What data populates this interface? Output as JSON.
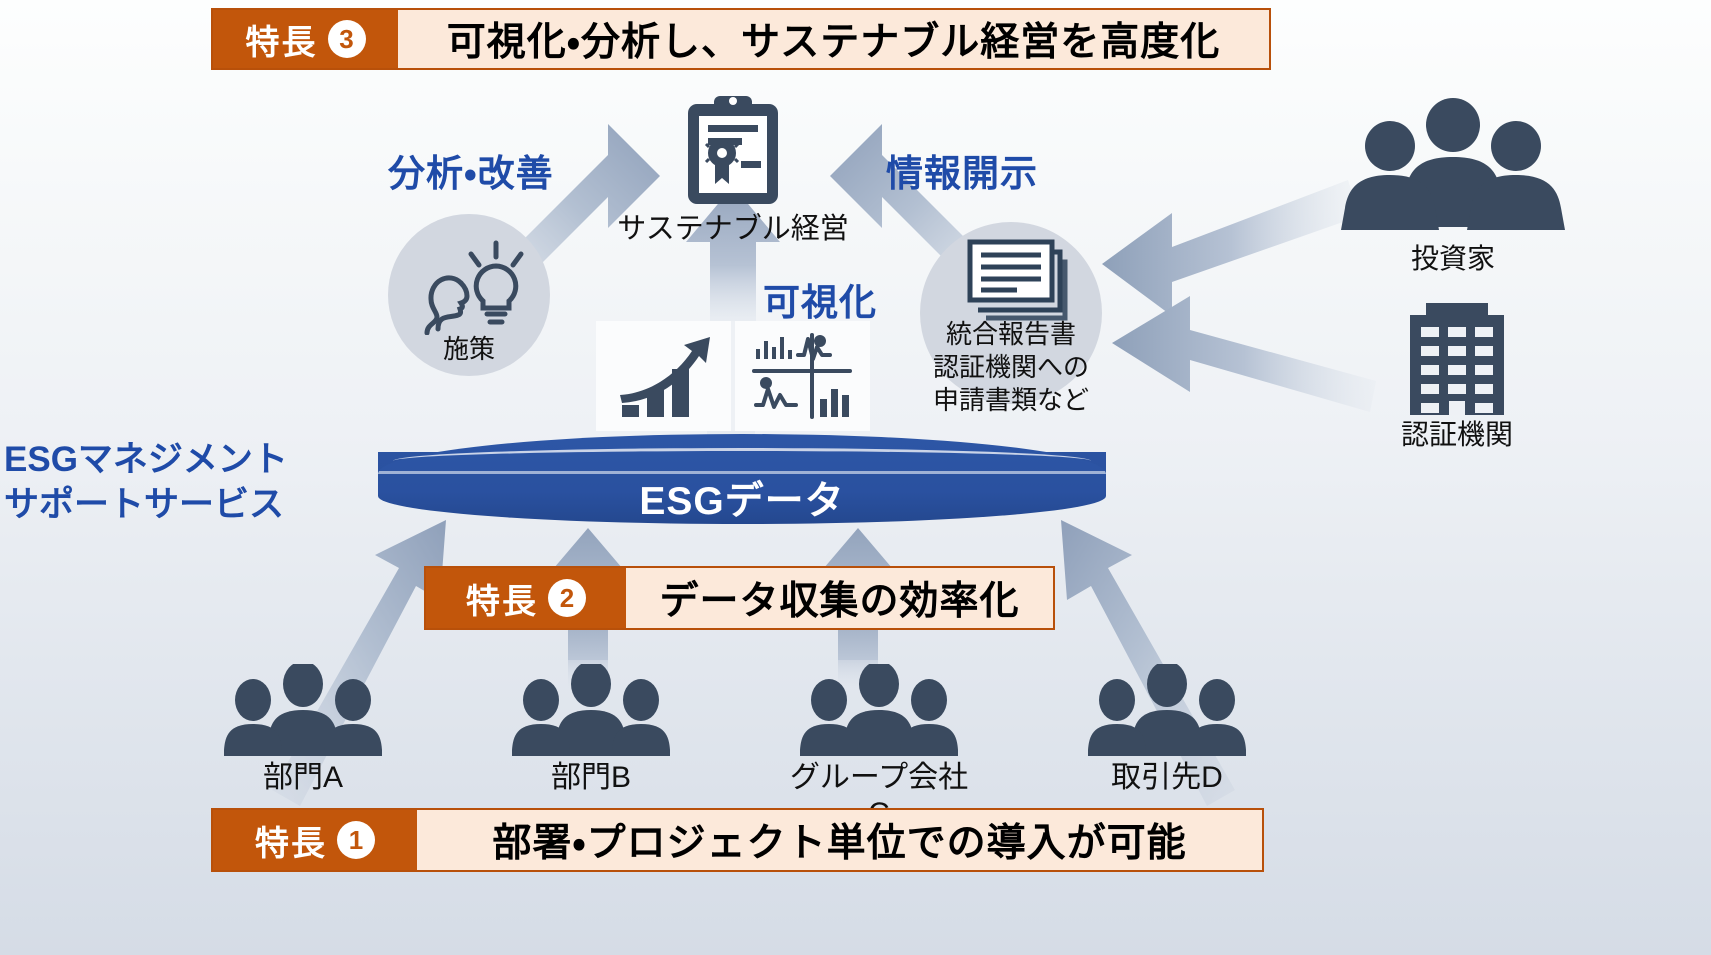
{
  "diagram": {
    "title_service": "ESGマネジメント\nサポートサービス",
    "center_node": "サステナブル経営",
    "cylinder_label": "ESGデータ"
  },
  "features": [
    {
      "id": 3,
      "tag": "特長",
      "number": "❸",
      "number_plain": "3",
      "text": "可視化・分析し、サステナブル経営を高度化"
    },
    {
      "id": 2,
      "tag": "特長",
      "number": "❷",
      "number_plain": "2",
      "text": "データ収集の効率化"
    },
    {
      "id": 1,
      "tag": "特長",
      "number": "❶",
      "number_plain": "1",
      "text": "部署・プロジェクト単位での導入が可能"
    }
  ],
  "flow_labels": {
    "analysis": "分析・改善",
    "disclosure": "情報開示",
    "visualize": "可視化"
  },
  "nodes": {
    "sesaku": "施策",
    "report": "統合報告書\n認証機関への\n申請書類など",
    "investor": "投資家",
    "certifier": "認証機関"
  },
  "sources": [
    {
      "label": "部門A"
    },
    {
      "label": "部門B"
    },
    {
      "label": "グループ会社C"
    },
    {
      "label": "取引先D"
    }
  ],
  "colors": {
    "orange_tag": "#C2560B",
    "orange_body": "#FCE9DA",
    "orange_border": "#B8500A",
    "blue_text": "#1F4BA8",
    "cylinder_blue": "#2B53A1",
    "icon_navy": "#3A4A5F",
    "circle_grey": "#D2D7E0",
    "arrow_grey": "#97A6BC"
  }
}
